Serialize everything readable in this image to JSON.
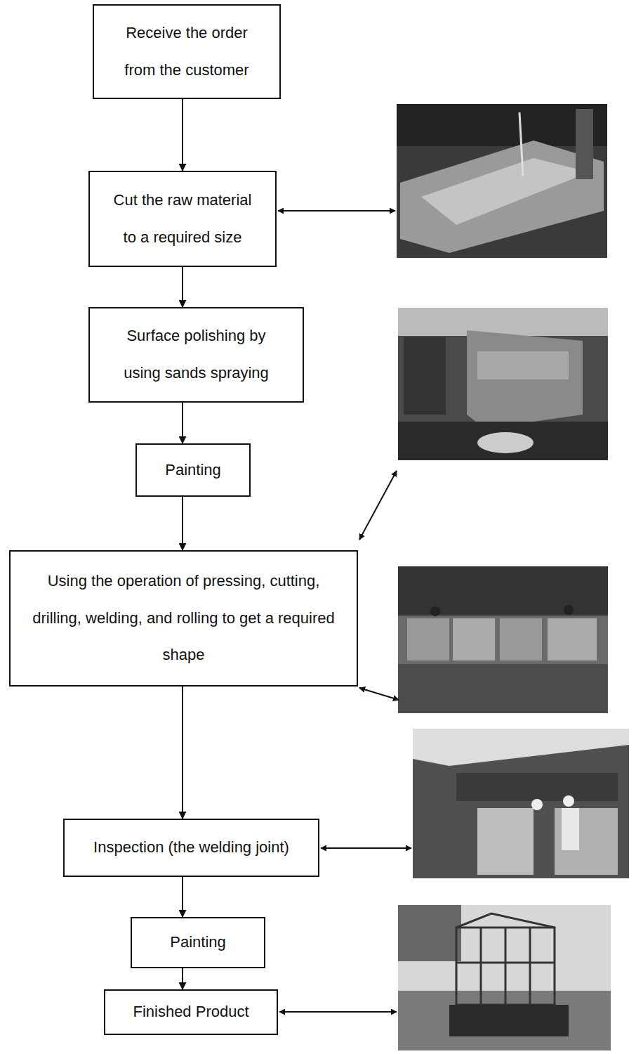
{
  "diagram": {
    "nodes": [
      {
        "text": [
          "Receive the order from the customer"
        ]
      },
      {
        "text": [
          "Cut the raw material to a required size"
        ]
      },
      {
        "text": [
          "Surface polishing by using sands spraying"
        ]
      },
      {
        "text": [
          "Painting"
        ]
      },
      {
        "text": [
          "Using the operation of pressing, cutting, drilling, welding, and rolling to get a required shape"
        ]
      },
      {
        "text": [
          "Inspection (the welding joint)"
        ]
      },
      {
        "text": [
          "Painting"
        ]
      },
      {
        "text": [
          "Finished Product"
        ]
      }
    ],
    "edges": [
      {
        "from": 0,
        "to": 1,
        "arrow": "to"
      },
      {
        "from": 1,
        "to": 2,
        "arrow": "to"
      },
      {
        "from": 2,
        "to": 3,
        "arrow": "to"
      },
      {
        "from": 3,
        "to": 4,
        "arrow": "to"
      },
      {
        "from": 4,
        "to": 5,
        "arrow": "to"
      },
      {
        "from": 5,
        "to": 6,
        "arrow": "to"
      },
      {
        "from": 6,
        "to": 7,
        "arrow": "to"
      }
    ]
  }
}
